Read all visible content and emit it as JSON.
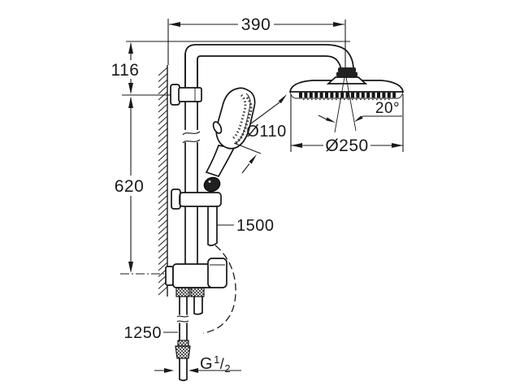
{
  "drawing": {
    "background": "#ffffff",
    "line_color": "#1a1a1a",
    "subject": "shower-system-technical-drawing",
    "annotations": {
      "top_width": "390",
      "arm_offset": "116",
      "rail_length": "620",
      "shower_hose_length": "1500",
      "supply_hose_length": "1250",
      "hand_shower_diameter": "Ø110",
      "head_shower_diameter": "Ø250",
      "head_tilt_angle": "20°",
      "thread": {
        "prefix": "G",
        "numerator": "1",
        "slash": "/",
        "denominator": "2"
      }
    }
  }
}
